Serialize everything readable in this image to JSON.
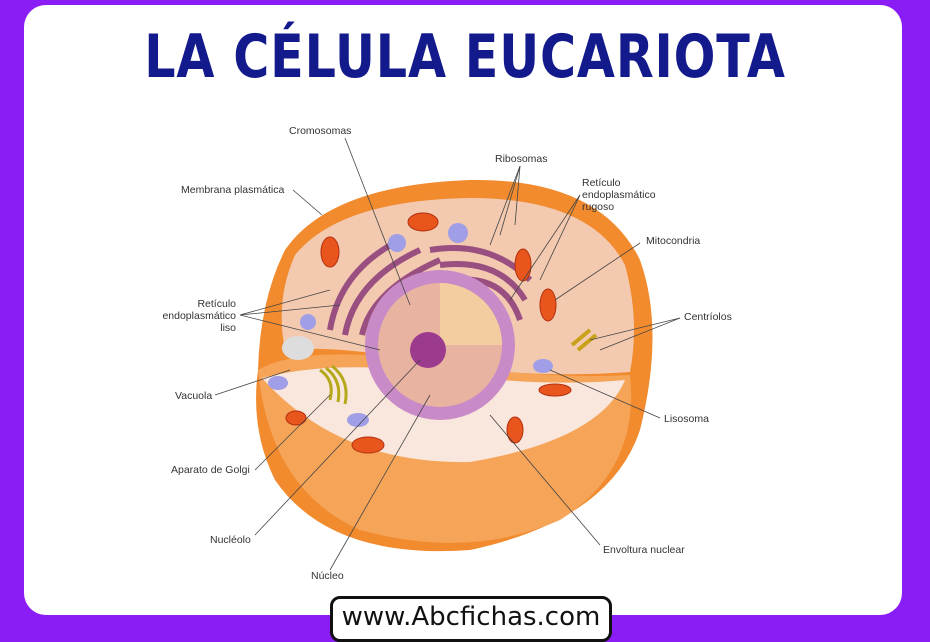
{
  "title": "LA CÉLULA EUCARIOTA",
  "labels": {
    "cromosomas": "Cromosomas",
    "ribosomas": "Ribosomas",
    "membrana": "Membrana plasmática",
    "rer": [
      "Retículo",
      "endoplasmático",
      "rugoso"
    ],
    "mitocondria": "Mitocondria",
    "rel": [
      "Retículo",
      "endoplasmático",
      "liso"
    ],
    "centriolos": "Centríolos",
    "vacuola": "Vacuola",
    "lisosoma": "Lisosoma",
    "golgi": "Aparato de Golgi",
    "nucleolo": "Nucléolo",
    "envoltura": "Envoltura nuclear",
    "nucleo": "Núcleo"
  },
  "footer": {
    "url": "www.Abcfichas.com"
  },
  "colors": {
    "background": "#8a1cf5",
    "title": "#131a8c",
    "membrane": "#f08a2c",
    "cytoplasm": "#f6d6c8",
    "nucleus": "#c77fc4"
  }
}
